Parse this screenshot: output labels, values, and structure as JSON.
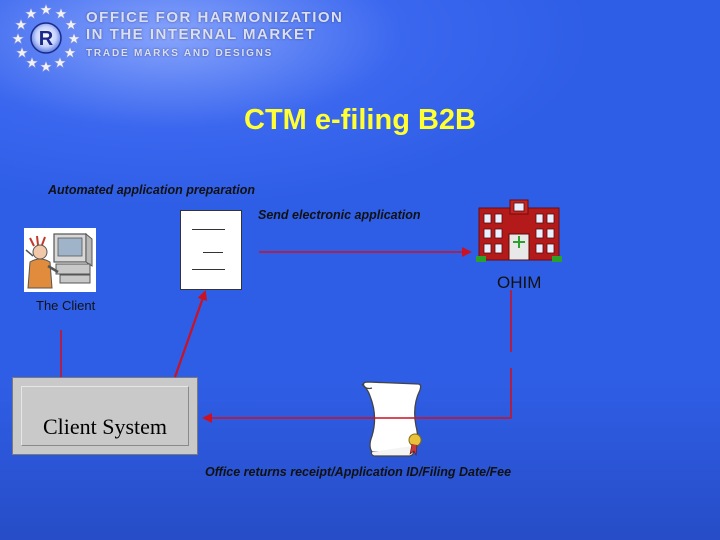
{
  "header": {
    "logo_line1": "Office for Harmonization",
    "logo_line2": "in the Internal Market",
    "logo_line3": "Trade Marks and Designs"
  },
  "title": "CTM e-filing B2B",
  "labels": {
    "automated": "Automated application preparation",
    "send": "Send electronic application",
    "ohim": "OHIM",
    "client": "The Client",
    "client_system": "Client System",
    "returns": "Office returns receipt/Application ID/Filing Date/Fee"
  },
  "colors": {
    "background": "#2f5ee6",
    "title": "#ffff33",
    "arrow": "#cc1122",
    "building": "#b51a1a"
  },
  "icons": {
    "logo": "eu-stars-logo-icon",
    "document": "document-icon",
    "building": "ohim-building-icon",
    "scroll": "receipt-scroll-icon",
    "client": "person-computer-icon"
  }
}
